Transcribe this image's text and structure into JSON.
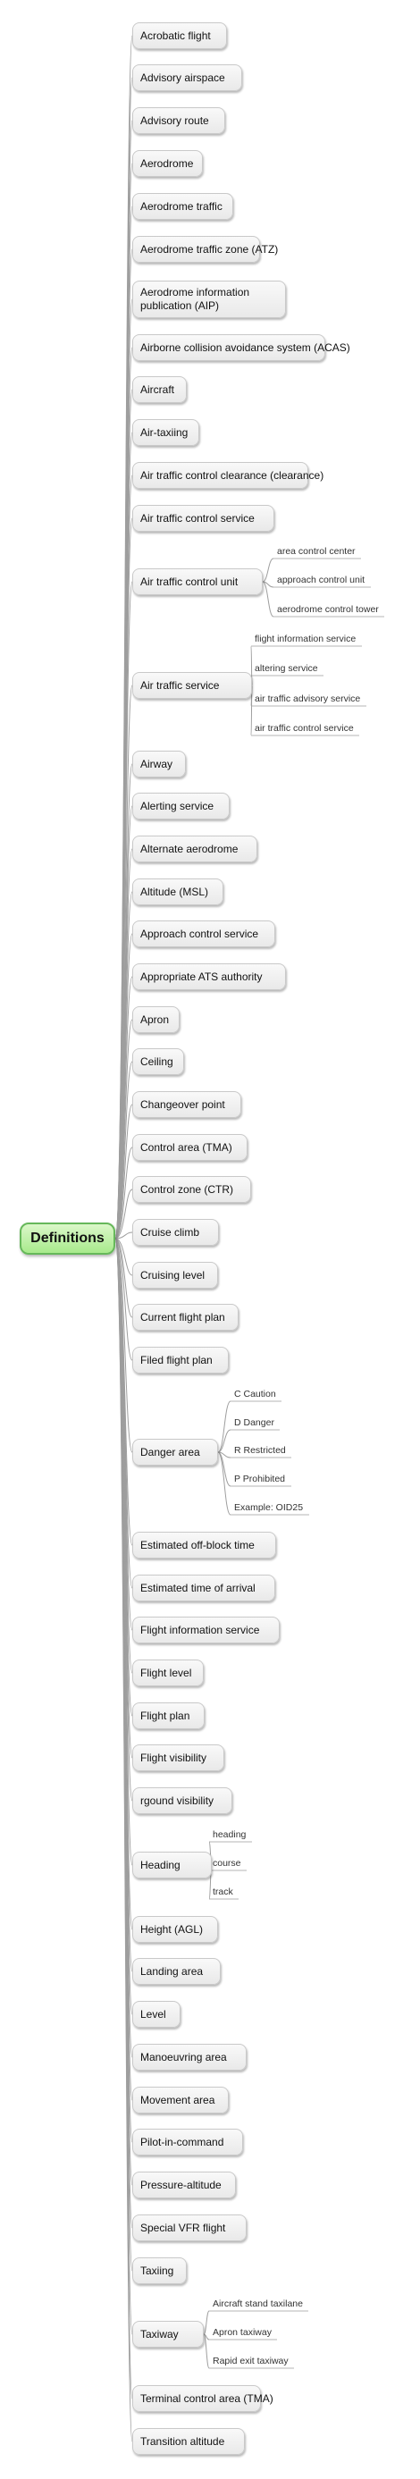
{
  "root": "Definitions",
  "topics": [
    {
      "label": "Acrobatic flight"
    },
    {
      "label": "Advisory airspace"
    },
    {
      "label": "Advisory route"
    },
    {
      "label": "Aerodrome"
    },
    {
      "label": "Aerodrome traffic"
    },
    {
      "label": "Aerodrome traffic zone (ATZ)"
    },
    {
      "label": "Aerodrome information publication (AIP)"
    },
    {
      "label": "Airborne collision avoidance system (ACAS)"
    },
    {
      "label": "Aircraft"
    },
    {
      "label": "Air-taxiing"
    },
    {
      "label": "Air traffic control clearance (clearance)"
    },
    {
      "label": "Air traffic control service"
    },
    {
      "label": "Air traffic control unit",
      "children": [
        "area control center",
        "approach control unit",
        "aerodrome control tower"
      ]
    },
    {
      "label": "Air traffic service",
      "children": [
        "flight information service",
        "altering service",
        "air traffic advisory service",
        "air traffic control service"
      ]
    },
    {
      "label": "Airway"
    },
    {
      "label": "Alerting service"
    },
    {
      "label": "Alternate aerodrome"
    },
    {
      "label": "Altitude (MSL)"
    },
    {
      "label": "Approach control service"
    },
    {
      "label": "Appropriate ATS authority"
    },
    {
      "label": "Apron"
    },
    {
      "label": "Ceiling"
    },
    {
      "label": "Changeover point"
    },
    {
      "label": "Control area (TMA)"
    },
    {
      "label": "Control zone (CTR)"
    },
    {
      "label": "Cruise climb"
    },
    {
      "label": "Cruising level"
    },
    {
      "label": "Current flight plan"
    },
    {
      "label": "Filed flight plan"
    },
    {
      "label": "Danger area",
      "children": [
        "C Caution",
        "D Danger",
        "R Restricted",
        "P Prohibited",
        "Example: OID25"
      ]
    },
    {
      "label": "Estimated off-block time"
    },
    {
      "label": "Estimated time of arrival"
    },
    {
      "label": "Flight information service"
    },
    {
      "label": "Flight level"
    },
    {
      "label": "Flight plan"
    },
    {
      "label": "Flight visibility"
    },
    {
      "label": "rgound visibility"
    },
    {
      "label": "Heading",
      "children": [
        "heading",
        "course",
        "track"
      ]
    },
    {
      "label": "Height (AGL)"
    },
    {
      "label": "Landing area"
    },
    {
      "label": "Level"
    },
    {
      "label": "Manoeuvring area"
    },
    {
      "label": "Movement area"
    },
    {
      "label": "Pilot-in-command"
    },
    {
      "label": "Pressure-altitude"
    },
    {
      "label": "Special VFR flight"
    },
    {
      "label": "Taxiing"
    },
    {
      "label": "Taxiway",
      "children": [
        "Aircraft stand taxilane",
        "Apron taxiway",
        "Rapid exit taxiway"
      ]
    },
    {
      "label": "Terminal control area (TMA)"
    },
    {
      "label": "Transition altitude"
    }
  ],
  "colors": {
    "connector": "#9e9e9e",
    "root_border": "#66b85a",
    "root_fill": "#b8eea0",
    "node_border": "#c9c9c9"
  }
}
